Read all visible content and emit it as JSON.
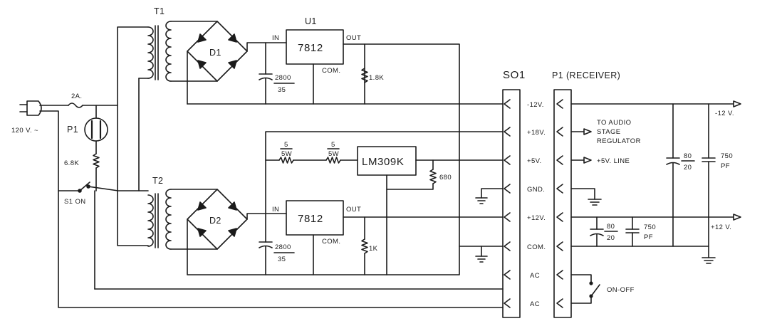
{
  "labels": {
    "t1": "T1",
    "t2": "T2",
    "u1": "U1",
    "d1": "D1",
    "d2": "D2",
    "reg1": "7812",
    "reg2": "7812",
    "lm309": "LM309K",
    "in1": "IN",
    "out1": "OUT",
    "com1": "COM.",
    "in2": "IN",
    "out2": "OUT",
    "com2": "COM.",
    "cap1_top": "2800",
    "cap1_bot": "35",
    "cap2_top": "2800",
    "cap2_bot": "35",
    "r18k": "1.8K",
    "r1k": "1K",
    "r680": "680",
    "res5a_top": "5",
    "res5a_bot": "5W",
    "res5b_top": "5",
    "res5b_bot": "5W",
    "fuse": "2A.",
    "p1": "P1",
    "r68k": "6.8K",
    "s1": "S1 ON",
    "mains": "120 V. ~",
    "so1": "SO1",
    "p1_receiver": "P1 (RECEIVER)",
    "pin_m12": "-12V.",
    "pin_p18": "+18V.",
    "pin_p5": "+5V.",
    "pin_gnd": "GND.",
    "pin_p12": "+12V.",
    "pin_com": "COM.",
    "pin_ac1": "AC",
    "pin_ac2": "AC",
    "audio1": "TO AUDIO",
    "audio2": "STAGE",
    "audio3": "REGULATOR",
    "line5v": "+5V. LINE",
    "cap80a_top": "80",
    "cap80a_bot": "20",
    "cap750a_top": "750",
    "cap750a_bot": "PF",
    "cap80b_top": "80",
    "cap80b_bot": "20",
    "cap750b_top": "750",
    "cap750b_bot": "PF",
    "out_m12": "-12 V.",
    "out_p12": "+12 V.",
    "onoff": "ON-OFF"
  }
}
